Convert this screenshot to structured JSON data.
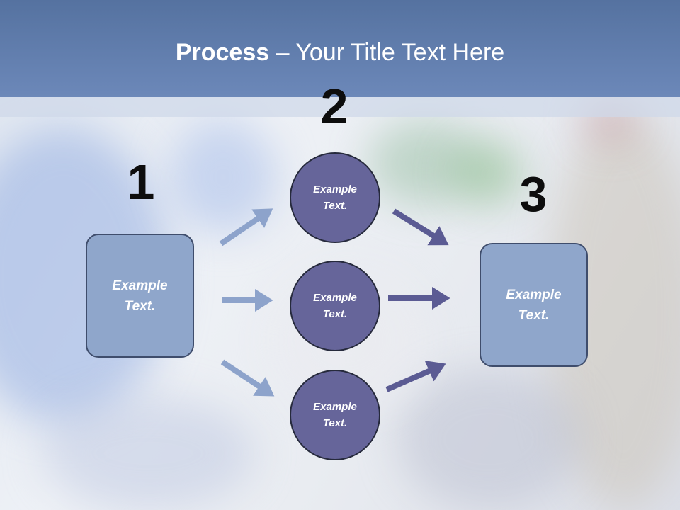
{
  "title": {
    "bold": "Process",
    "rest": " – Your Title Text Here"
  },
  "steps": [
    {
      "number": "1",
      "text": "Example Text."
    },
    {
      "number": "2",
      "items": [
        "Example Text.",
        "Example Text.",
        "Example Text."
      ]
    },
    {
      "number": "3",
      "text": "Example Text."
    }
  ],
  "colors": {
    "title_band": "#6c88b9",
    "box_fill": "#8fa6cb",
    "circle_fill": "#66659a",
    "arrow_light": "#8da3cb",
    "arrow_dark": "#5b5b93"
  }
}
